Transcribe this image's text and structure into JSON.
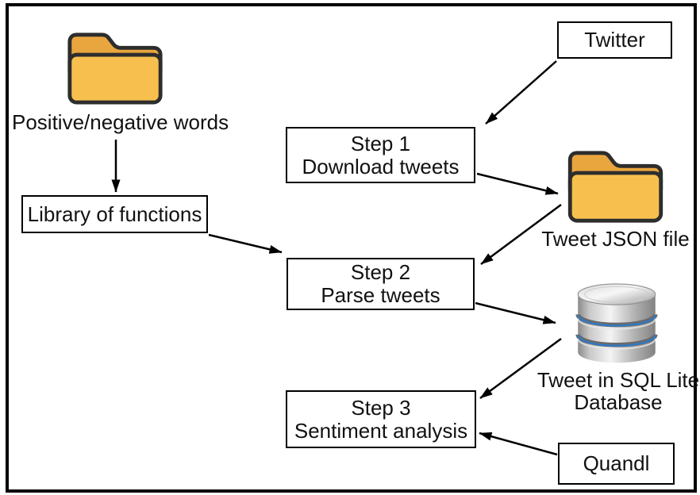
{
  "diagram": {
    "title_hint": "Tweet sentiment analysis workflow",
    "nodes": {
      "twitter": {
        "label": "Twitter"
      },
      "step1": {
        "line1": "Step 1",
        "line2": "Download tweets"
      },
      "step2": {
        "line1": "Step 2",
        "line2": "Parse tweets"
      },
      "step3": {
        "line1": "Step 3",
        "line2": "Sentiment analysis"
      },
      "library": {
        "label": "Library of functions"
      },
      "quandl": {
        "label": "Quandl"
      },
      "words_folder": {
        "icon": "folder-icon",
        "label": "Positive/negative words"
      },
      "json_folder": {
        "icon": "folder-icon",
        "label": "Tweet JSON file"
      },
      "database": {
        "icon": "database-icon",
        "line1": "Tweet in SQL Lite",
        "line2": "Database"
      }
    },
    "edges": [
      {
        "from": "words_folder",
        "to": "library"
      },
      {
        "from": "twitter",
        "to": "step1"
      },
      {
        "from": "step1",
        "to": "json_folder"
      },
      {
        "from": "json_folder",
        "to": "step2"
      },
      {
        "from": "library",
        "to": "step2"
      },
      {
        "from": "step2",
        "to": "database"
      },
      {
        "from": "database",
        "to": "step3"
      },
      {
        "from": "quandl",
        "to": "step3"
      }
    ],
    "colors": {
      "line": "#000000",
      "box_border": "#000000",
      "background": "#FFFFFF",
      "folder_body": "#F7C04E",
      "folder_flap": "#EAA63E",
      "folder_outline": "#2D2D2D",
      "db_ring_blue": "#2D7AC8"
    }
  }
}
